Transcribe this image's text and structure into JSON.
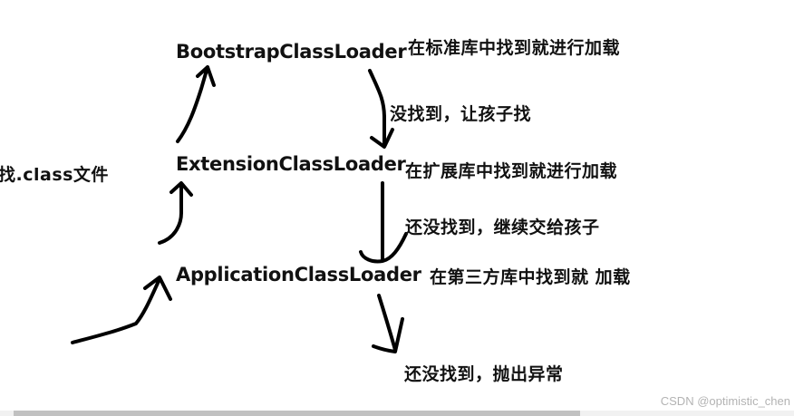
{
  "diagram": {
    "left_label": "找.class文件",
    "loaders": [
      {
        "name": "BootstrapClassLoader",
        "note": "在标准库中找到就进行加载"
      },
      {
        "name": "ExtensionClassLoader",
        "note": "在扩展库中找到就进行加载"
      },
      {
        "name": "ApplicationClassLoader",
        "note": "在第三方库中找到就 加载"
      }
    ],
    "down_notes": [
      "没找到，让孩子找",
      "还没找到，继续交给孩子",
      "还没找到，抛出异常"
    ],
    "arrows": [
      {
        "id": "up-to-application",
        "direction": "up"
      },
      {
        "id": "up-to-extension",
        "direction": "up"
      },
      {
        "id": "up-to-bootstrap",
        "direction": "up"
      },
      {
        "id": "down-to-extension",
        "direction": "down"
      },
      {
        "id": "down-to-application",
        "direction": "down"
      },
      {
        "id": "down-to-exception",
        "direction": "down"
      }
    ]
  },
  "watermark": "CSDN @optimistic_chen",
  "colors": {
    "ink": "#000000",
    "background": "#ffffff",
    "watermark": "#b3b3b3",
    "scroll_thumb": "#c1c1c1"
  }
}
